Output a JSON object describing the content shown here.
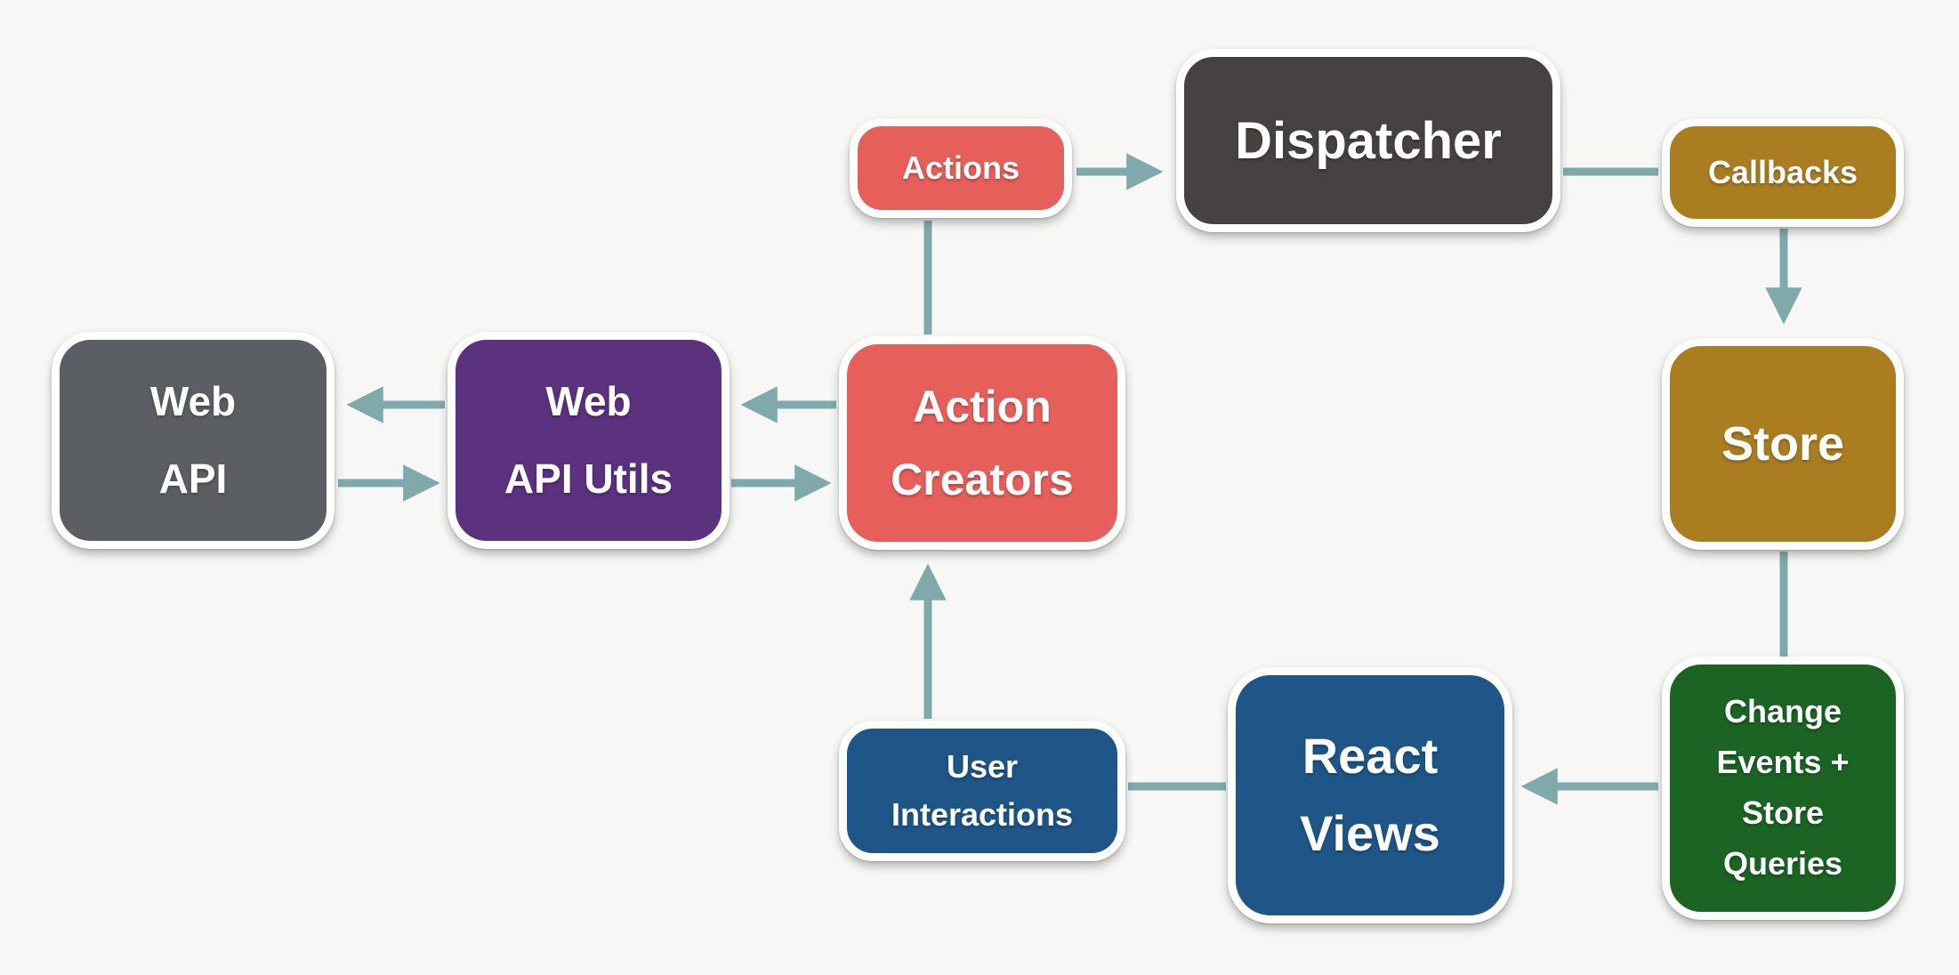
{
  "diagram": {
    "background_color": "#f7f7f6",
    "connector_color": "#7fa9ab",
    "nodes": {
      "actions": {
        "label": "Actions",
        "color": "#e75f5a"
      },
      "dispatcher": {
        "label": "Dispatcher",
        "color": "#474242"
      },
      "callbacks": {
        "label": "Callbacks",
        "color": "#aa7d20"
      },
      "store": {
        "label": "Store",
        "color": "#aa7d20"
      },
      "web_api": {
        "label": "Web\nAPI",
        "color": "#5b5e63"
      },
      "web_api_utils": {
        "label": "Web\nAPI Utils",
        "color": "#5c317e"
      },
      "action_creators": {
        "label": "Action\nCreators",
        "color": "#e75f5a"
      },
      "user_interactions": {
        "label": "User\nInteractions",
        "color": "#1e5687"
      },
      "react_views": {
        "label": "React\nViews",
        "color": "#1e5687"
      },
      "change_events": {
        "label": "Change\nEvents +\nStore\nQueries",
        "color": "#1b6424"
      }
    },
    "edges": [
      {
        "from": "Actions",
        "to": "Dispatcher",
        "arrow": true
      },
      {
        "from": "Dispatcher",
        "to": "Callbacks",
        "arrow": false
      },
      {
        "from": "Callbacks",
        "to": "Store",
        "arrow": true
      },
      {
        "from": "Store",
        "to": "Change Events + Store Queries",
        "arrow": false
      },
      {
        "from": "Change Events + Store Queries",
        "to": "React Views",
        "arrow": true
      },
      {
        "from": "React Views",
        "to": "User Interactions",
        "arrow": false
      },
      {
        "from": "User Interactions",
        "to": "Action Creators",
        "arrow": true
      },
      {
        "from": "Action Creators",
        "to": "Actions",
        "arrow": false
      },
      {
        "from": "Action Creators",
        "to": "Web API Utils",
        "arrow": true
      },
      {
        "from": "Web API Utils",
        "to": "Action Creators",
        "arrow": true
      },
      {
        "from": "Web API Utils",
        "to": "Web API",
        "arrow": true
      },
      {
        "from": "Web API",
        "to": "Web API Utils",
        "arrow": true
      }
    ]
  }
}
